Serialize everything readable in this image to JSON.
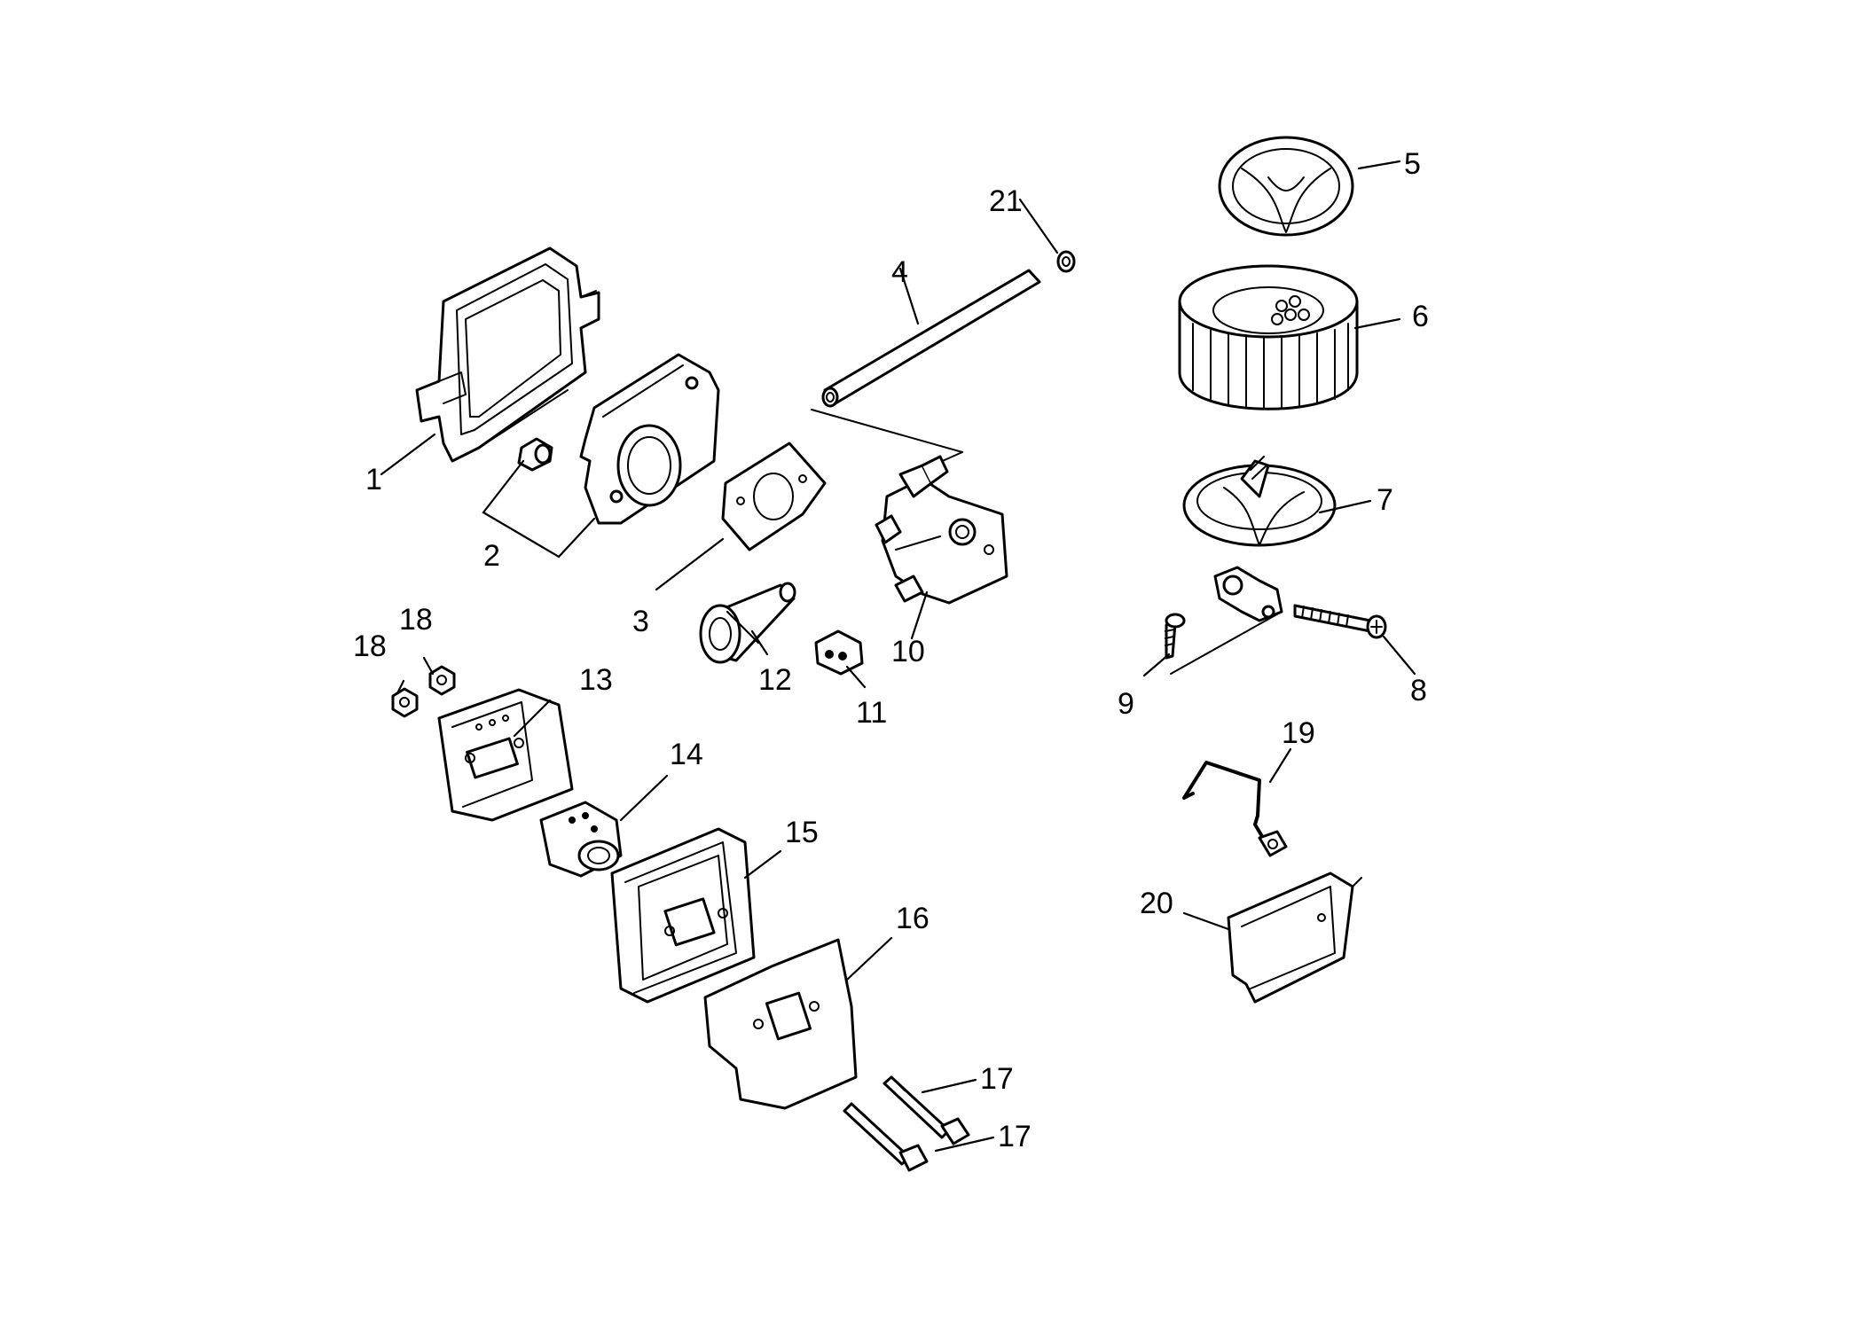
{
  "callouts": {
    "c1": "1",
    "c2": "2",
    "c3": "3",
    "c4": "4",
    "c5": "5",
    "c6": "6",
    "c7": "7",
    "c8": "8",
    "c9": "9",
    "c10": "10",
    "c11": "11",
    "c12": "12",
    "c13": "13",
    "c14": "14",
    "c15": "15",
    "c16": "16",
    "c17a": "17",
    "c17b": "17",
    "c18a": "18",
    "c18b": "18",
    "c19": "19",
    "c20": "20",
    "c21": "21"
  },
  "colors": {
    "line": "#000000",
    "background": "#ffffff"
  }
}
